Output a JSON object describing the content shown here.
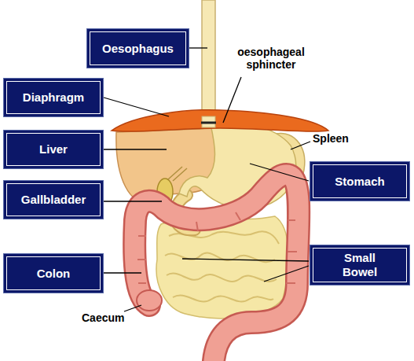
{
  "diagram": {
    "nodes": [
      {
        "text": [
          "Oesophagus"
        ]
      },
      {
        "text": [
          "Diaphragm"
        ]
      },
      {
        "text": [
          "Liver"
        ]
      },
      {
        "text": [
          "Stomach"
        ]
      },
      {
        "text": [
          "Gallbladder"
        ]
      },
      {
        "text": [
          "Colon"
        ]
      },
      {
        "text": [
          "Small Bowel"
        ]
      }
    ],
    "labels": [
      "oesophageal sphincter",
      "Spleen",
      "Caecum"
    ]
  }
}
